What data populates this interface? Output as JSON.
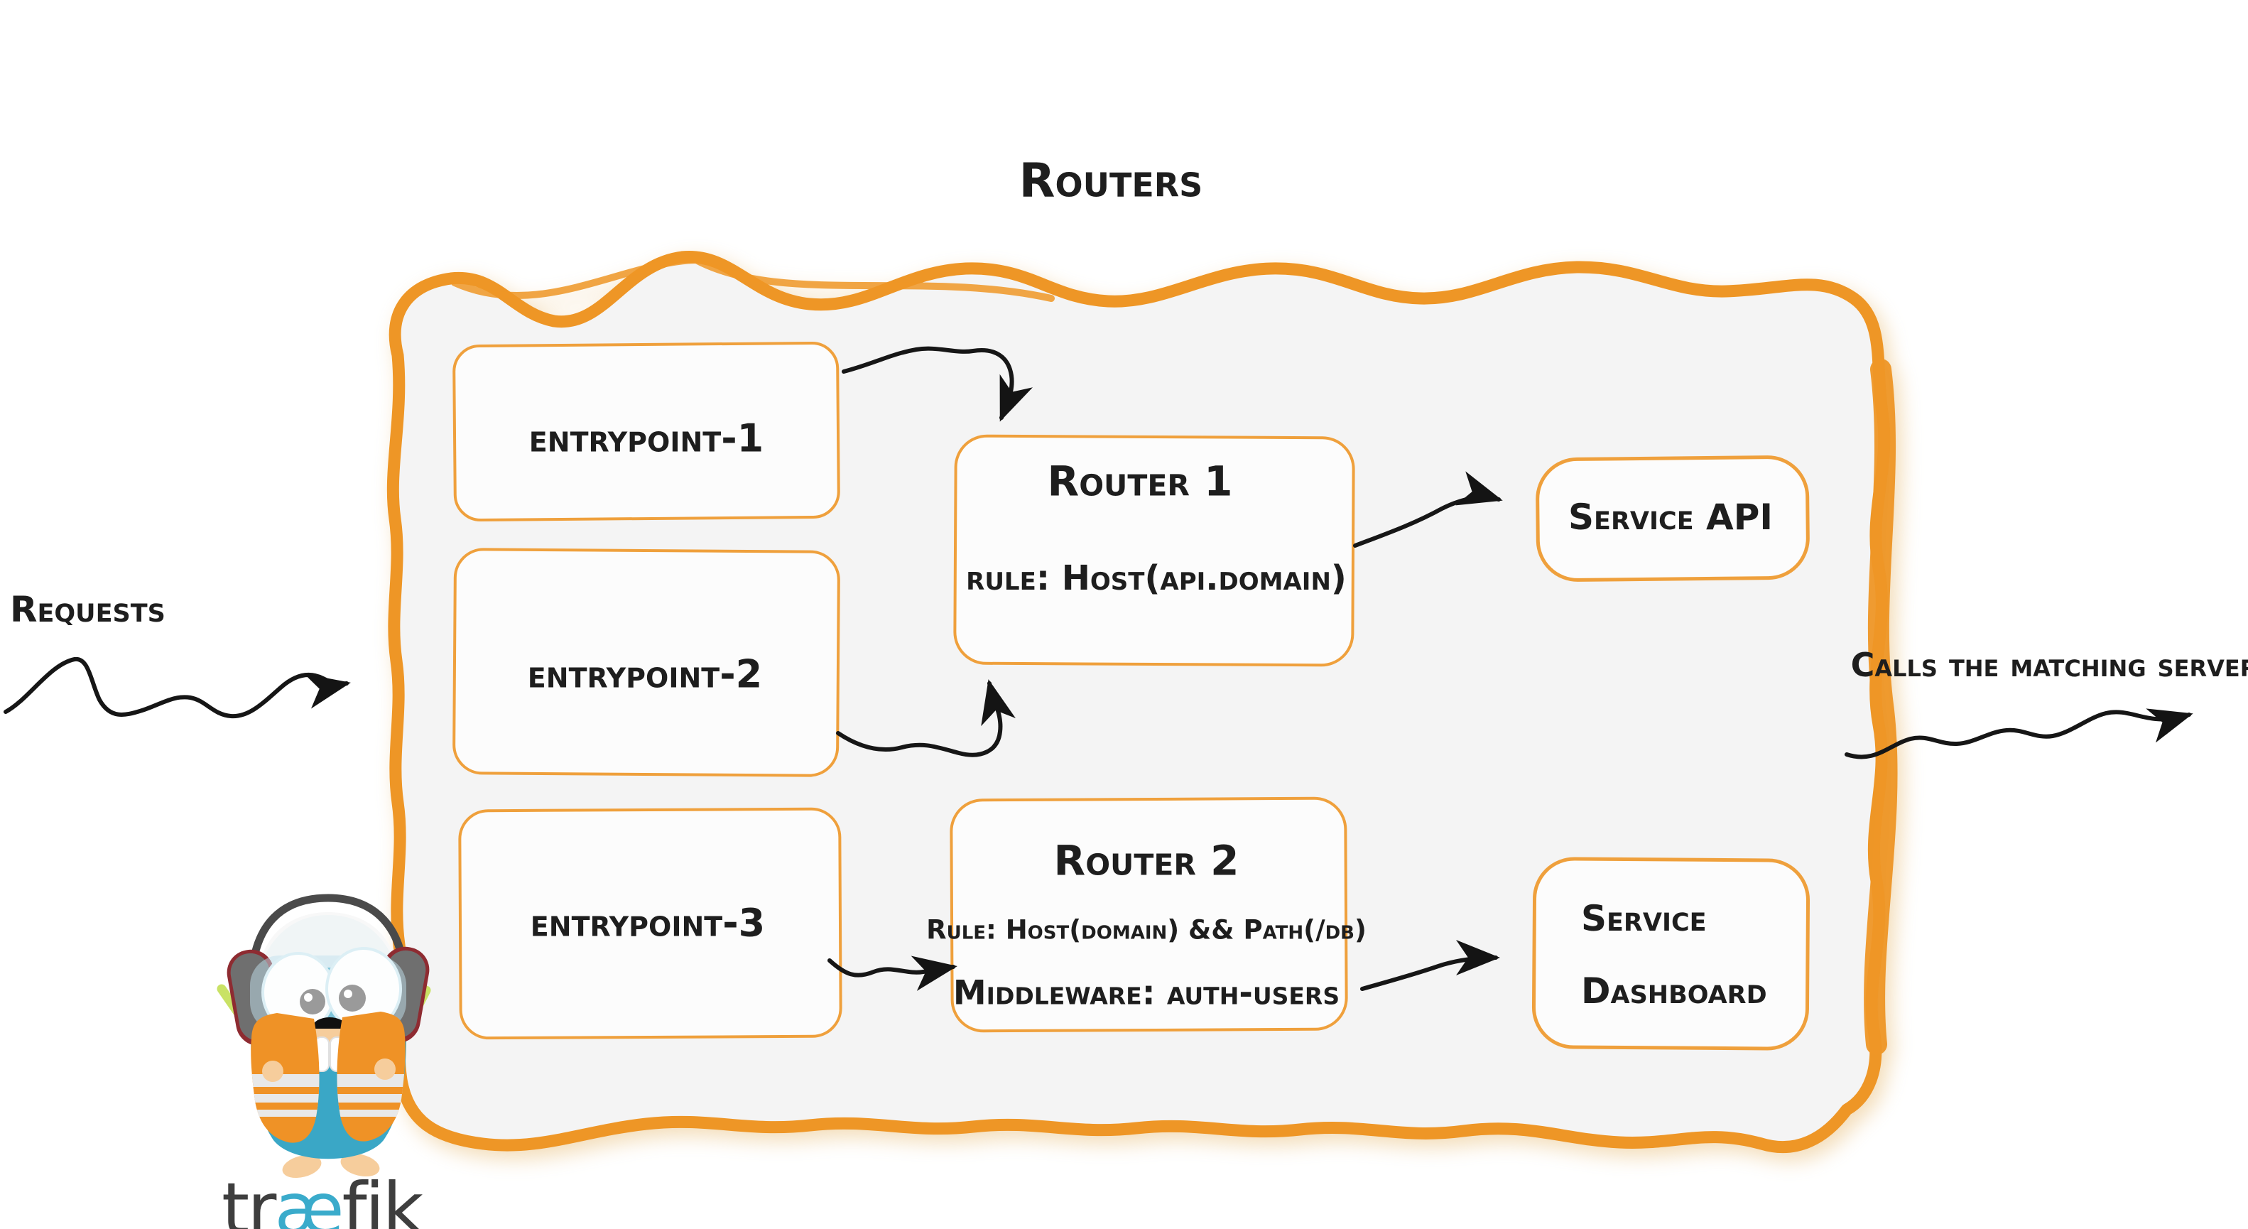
{
  "title": "Routers",
  "labels": {
    "requests": "Requests",
    "calls": "Calls the matching server"
  },
  "entrypoints": [
    {
      "label": "entrypoint-1"
    },
    {
      "label": "entrypoint-2"
    },
    {
      "label": "entrypoint-3"
    }
  ],
  "routers": [
    {
      "title": "Router 1",
      "rule": "rule: Host(api.domain)"
    },
    {
      "title": "Router 2",
      "rule": "Rule: Host(domain) && Path(/db)",
      "middleware": "Middleware: auth-users"
    }
  ],
  "services": [
    {
      "label": "Service API"
    },
    {
      "line1": "Service",
      "line2": "Dashboard"
    }
  ],
  "logo": {
    "prefix": "tr",
    "ligature": "æ",
    "suffix": "fik"
  },
  "colors": {
    "brand_orange": "#EE9626",
    "box_stroke": "#EFA03C",
    "container_fill": "#F4F4F4",
    "box_fill": "#FCFCFC",
    "ink": "#1E1E1E",
    "arrow_black": "#161616",
    "mascot_teal": "#3AA7C6",
    "wordmark_gray": "#3E3E3E",
    "wordmark_teal": "#3AABCB"
  }
}
